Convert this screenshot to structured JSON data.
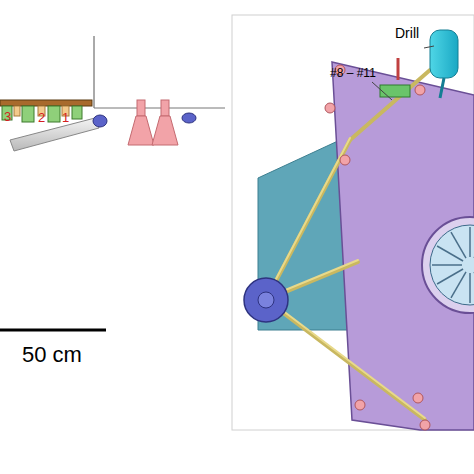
{
  "diagram": {
    "labels": [
      "3",
      "2",
      "1",
      "50 cm",
      "Drill",
      "#8 – #11"
    ]
  }
}
